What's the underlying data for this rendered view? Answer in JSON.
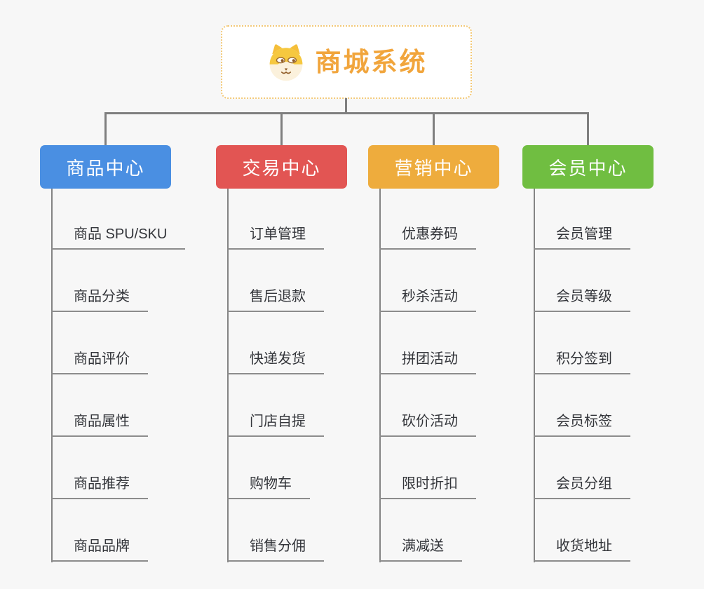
{
  "root": {
    "title": "商城系统",
    "icon": "dog-face-icon",
    "accent_color": "#F1A53C",
    "border_color": "#F3C977",
    "background": "#FFFFFF"
  },
  "canvas": {
    "background": "#F7F7F7",
    "connector_color": "#7F7F7F",
    "leaf_underline_color": "#8C8C8C",
    "leaf_text_color": "#33353A"
  },
  "branches": [
    {
      "label": "商品中心",
      "color": "#4A8FE2",
      "items": [
        "商品 SPU/SKU",
        "商品分类",
        "商品评价",
        "商品属性",
        "商品推荐",
        "商品品牌"
      ]
    },
    {
      "label": "交易中心",
      "color": "#E25553",
      "items": [
        "订单管理",
        "售后退款",
        "快递发货",
        "门店自提",
        "购物车",
        "销售分佣"
      ]
    },
    {
      "label": "营销中心",
      "color": "#EEAC3D",
      "items": [
        "优惠券码",
        "秒杀活动",
        "拼团活动",
        "砍价活动",
        "限时折扣",
        "满减送"
      ]
    },
    {
      "label": "会员中心",
      "color": "#70BE41",
      "items": [
        "会员管理",
        "会员等级",
        "积分签到",
        "会员标签",
        "会员分组",
        "收货地址"
      ]
    }
  ]
}
